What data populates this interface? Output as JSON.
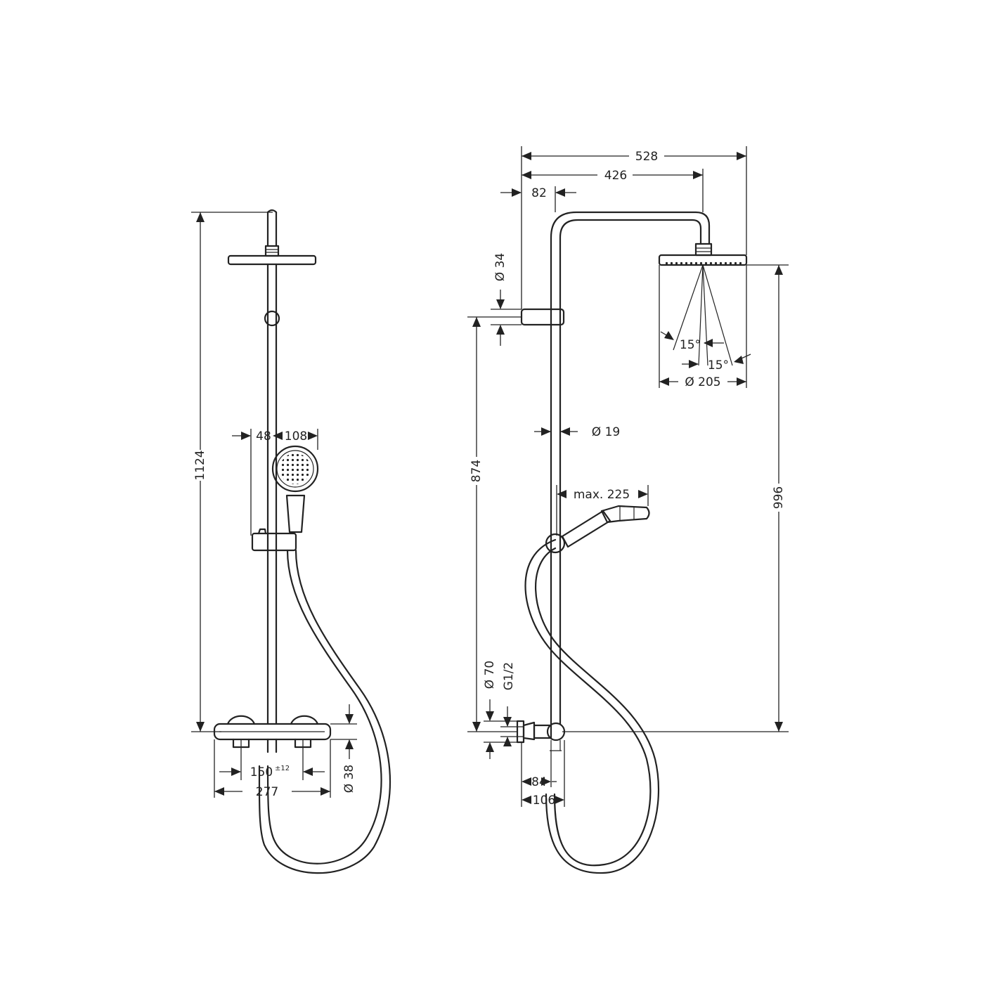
{
  "labels": {
    "total_height": "1124",
    "handshower_offset": "48",
    "handshower_diameter": "108",
    "mixer_centers": "150",
    "mixer_centers_tol": "±12",
    "mixer_width": "277",
    "mixer_body_diameter": "Ø 38",
    "width_overall": "528",
    "arm_reach": "426",
    "wall_to_rail": "82",
    "bracket_diameter": "Ø 34",
    "bracket_height": "874",
    "angle_left": "15°",
    "angle_right": "15°",
    "headshower_diameter": "Ø 205",
    "rail_diameter": "Ø 19",
    "max_reach": "max. 225",
    "head_height": "996",
    "wall_flange": "Ø 70",
    "connection_thread": "G1/2",
    "connector_84": "84",
    "connector_106": "106"
  }
}
